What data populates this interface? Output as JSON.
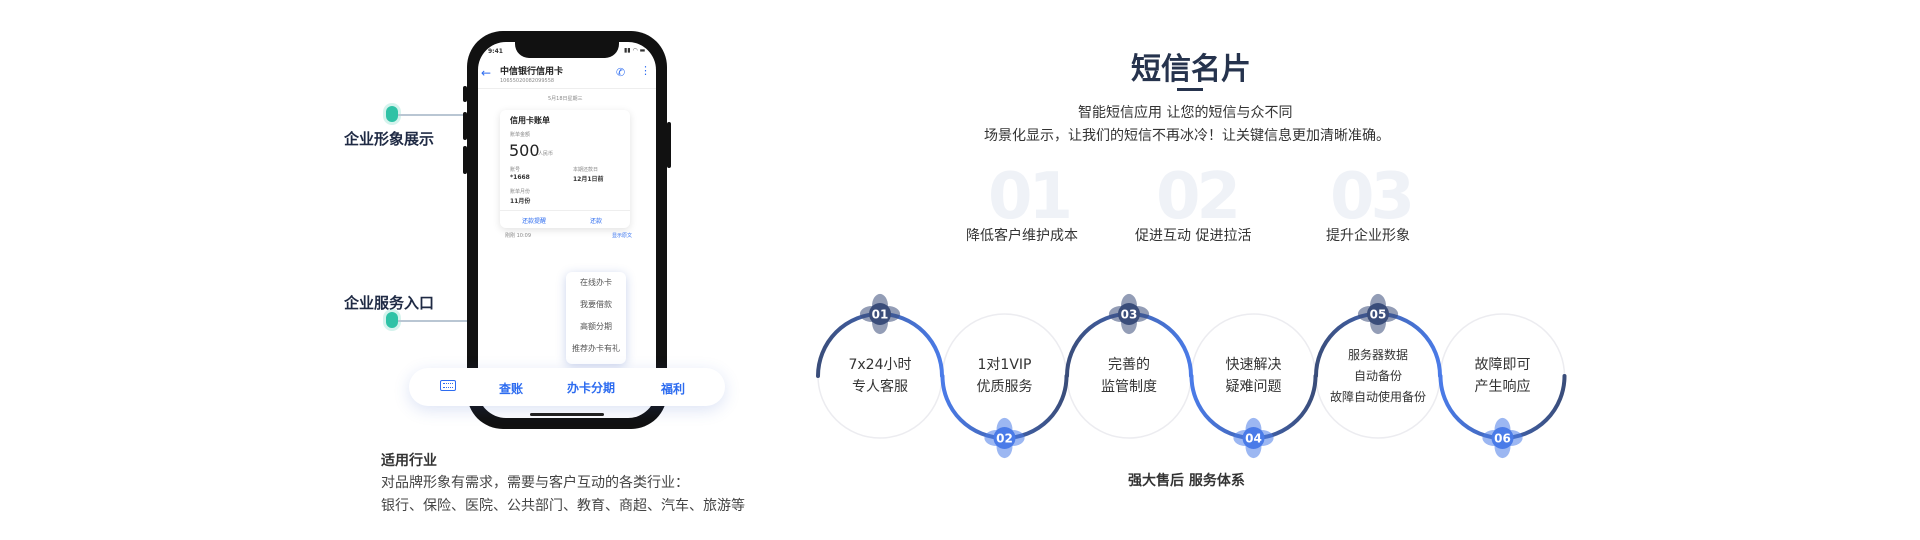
{
  "left": {
    "callouts": {
      "brand": "企业形象展示",
      "service": "企业服务入口"
    },
    "phone": {
      "time": "9:41",
      "sender_name": "中信银行信用卡",
      "sender_number": "10655020082099558",
      "date_label": "5月18日星期三",
      "card": {
        "title": "信用卡账单",
        "amount_label": "账单金额",
        "amount": "500",
        "amount_unit": "人民币",
        "account_label": "账号",
        "account_value": "*1668",
        "due_label": "本期还款日",
        "due_value": "12月1日前",
        "month_label": "账单月份",
        "month_value": "11月份",
        "btn_remind": "还款提醒",
        "btn_pay": "还款"
      },
      "footer_left": "刚刚 10:09",
      "footer_right": "显示原文",
      "popup_items": [
        "在线办卡",
        "我要借款",
        "高额分期",
        "推荐办卡有礼"
      ]
    },
    "menu": {
      "keyboard_icon": "keyboard-icon",
      "items": [
        "查账",
        "办卡分期",
        "福利"
      ]
    },
    "industry": {
      "title": "适用行业",
      "line1": "对品牌形象有需求，需要与客户互动的各类行业：",
      "line2": "银行、保险、医院、公共部门、教育、商超、汽车、旅游等"
    }
  },
  "right": {
    "title": "短信名片",
    "subtitle_line1": "智能短信应用  让您的短信与众不同",
    "subtitle_line2": "场景化显示，让我们的短信不再冰冷！让关键信息更加清晰准确。",
    "features": [
      "降低客户维护成本",
      "促进互动 促进拉活",
      "提升企业形象"
    ],
    "ghost_numbers": [
      "01",
      "02",
      "03"
    ],
    "steps": [
      {
        "num": "01",
        "lines": [
          "7x24小时",
          "专人客服"
        ]
      },
      {
        "num": "02",
        "lines": [
          "1对1VIP",
          "优质服务"
        ]
      },
      {
        "num": "03",
        "lines": [
          "完善的",
          "监管制度"
        ]
      },
      {
        "num": "04",
        "lines": [
          "快速解决",
          "疑难问题"
        ]
      },
      {
        "num": "05",
        "lines": [
          "服务器数据",
          "自动备份",
          "故障自动使用备份"
        ]
      },
      {
        "num": "06",
        "lines": [
          "故障即可",
          "产生响应"
        ]
      }
    ],
    "footer": "强大售后  服务体系"
  },
  "colors": {
    "accent_blue": "#2d6cf0",
    "dark_navy": "#3a4d7a",
    "teal": "#2fc2a6"
  }
}
